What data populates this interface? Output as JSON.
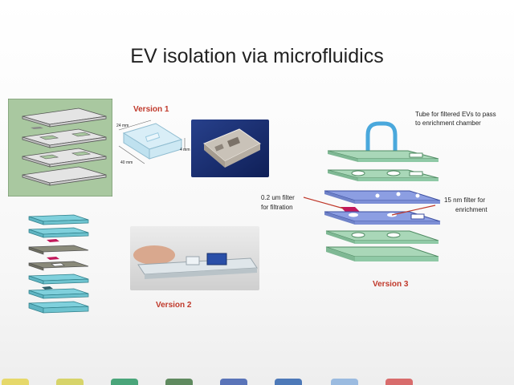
{
  "slide": {
    "title": "EV isolation via microfluidics"
  },
  "labels": {
    "version1": "Version 1",
    "version2": "Version 2",
    "version3": "Version 3"
  },
  "version1_dims": {
    "w": "24 mm",
    "h": "4 mm",
    "l": "40 mm"
  },
  "annotations": {
    "tube_line1": "Tube for filtered EVs to pass",
    "tube_line2": "to enrichment chamber",
    "filter1_line1": "0.2 um filter",
    "filter1_line2": "for  filtration",
    "filter2_line1": "15  nm filter for",
    "filter2_line2": "enrichment"
  },
  "colors": {
    "title": "#222222",
    "accent_red": "#c0392b",
    "layer_green": "#8fc9a6",
    "layer_blue": "#7d8fd6",
    "filter_magenta": "#c2185b",
    "tube_blue": "#4aa8dc"
  },
  "bottom_swatches": [
    "#e6d86a",
    "#d7d46a",
    "#4aa57a",
    "#5f8a5f",
    "#5a74b8",
    "#4d79b8",
    "#9bbbe0",
    "#d86c6c"
  ]
}
